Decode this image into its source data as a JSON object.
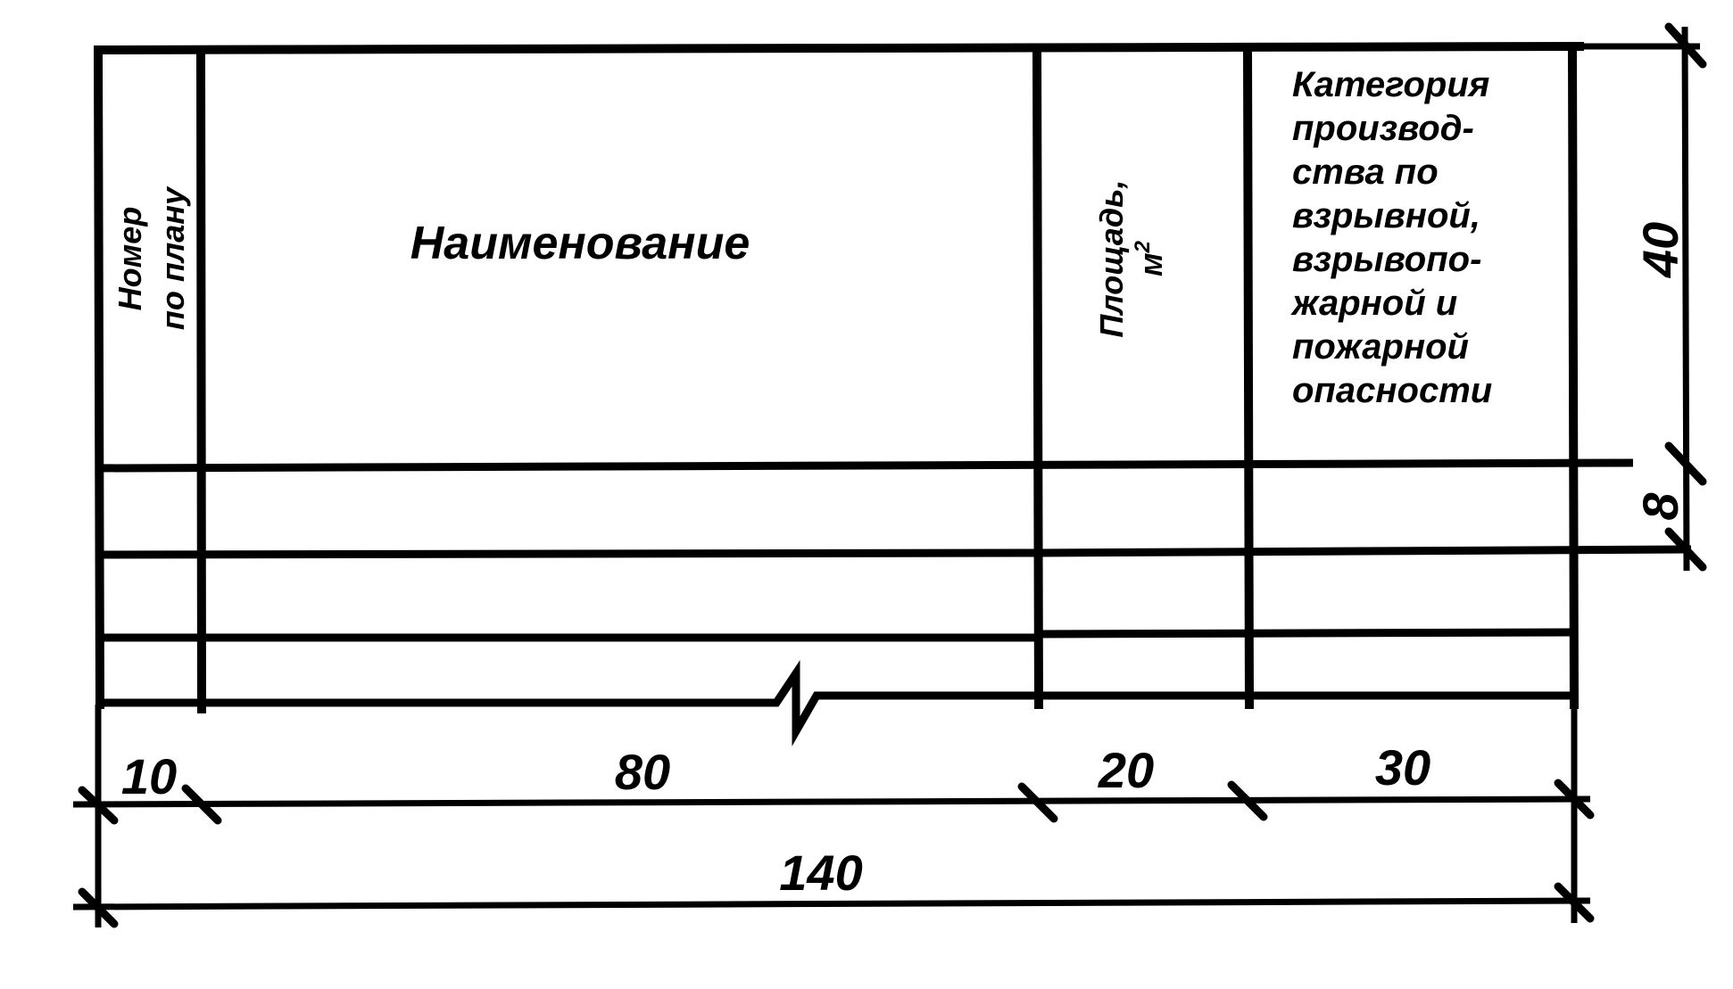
{
  "table": {
    "headers": {
      "number_line1": "Номер",
      "number_line2": "по плану",
      "name": "Наименование",
      "area_line1": "Площадь,",
      "area_line2": "м",
      "area_sup": "2",
      "category": [
        "Категория",
        "производ-",
        "ства по",
        "взрывной,",
        "взрывопо-",
        "жарной и",
        "пожарной",
        "опасности"
      ]
    }
  },
  "dimensions": {
    "col_number": "10",
    "col_name": "80",
    "col_area": "20",
    "col_category": "30",
    "total": "140",
    "header_height": "40",
    "row_height": "8"
  }
}
